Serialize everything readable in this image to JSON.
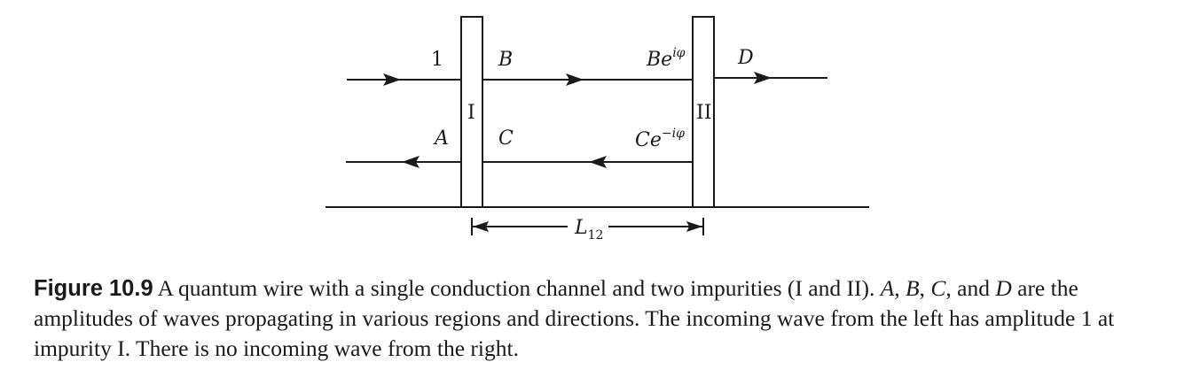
{
  "diagram": {
    "label_incoming": "1",
    "label_B": "B",
    "label_Be": "Be",
    "label_Be_exp": "iφ",
    "label_D": "D",
    "label_A": "A",
    "label_C": "C",
    "label_Ce": "Ce",
    "label_Ce_exp": "−iφ",
    "label_I": "I",
    "label_II": "II",
    "label_L": "L",
    "label_L_sub": "12"
  },
  "caption": {
    "figure_label": "Figure 10.9",
    "text_1": " A quantum wire with a single conduction channel and two impurities (I and II). ",
    "A": "A",
    "B": "B",
    "C": "C",
    "D": "D",
    "sep": ", ",
    "and": ", and ",
    "text_2": " are the amplitudes of waves propagating in various regions and directions. The incoming wave from the left has amplitude 1 at impurity I. There is no incoming wave from the right."
  }
}
